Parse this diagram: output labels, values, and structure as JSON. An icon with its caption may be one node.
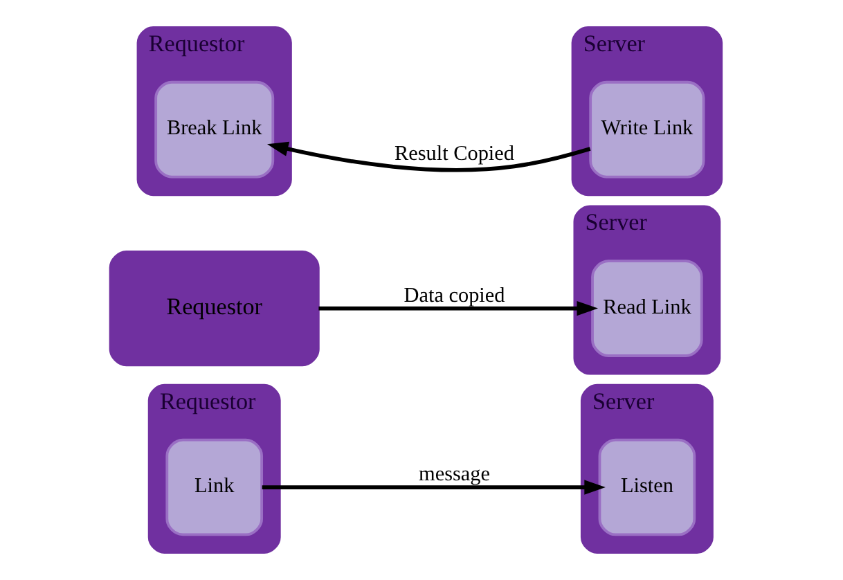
{
  "diagram": {
    "nodes": [
      {
        "text": [
          "Requestor"
        ]
      },
      {
        "text": [
          "Link"
        ],
        "in": 0
      },
      {
        "text": [
          "Server"
        ]
      },
      {
        "text": [
          "Listen"
        ],
        "in": 2
      },
      {
        "text": [
          "Requestor"
        ]
      },
      {
        "text": [
          "Server"
        ]
      },
      {
        "text": [
          "Read Link"
        ],
        "in": 5
      },
      {
        "text": [
          "Requestor"
        ]
      },
      {
        "text": [
          "Break Link"
        ],
        "in": 7
      },
      {
        "text": [
          "Server"
        ]
      },
      {
        "text": [
          "Write Link"
        ],
        "in": 9
      }
    ],
    "edges": [
      {
        "from": 1,
        "to": 3,
        "arrow": "to",
        "label": "message"
      },
      {
        "from": 4,
        "to": 6,
        "arrow": "to",
        "label": "Data copied"
      },
      {
        "from": 10,
        "to": 8,
        "arrow": "to",
        "label": "Result Copied"
      }
    ]
  }
}
